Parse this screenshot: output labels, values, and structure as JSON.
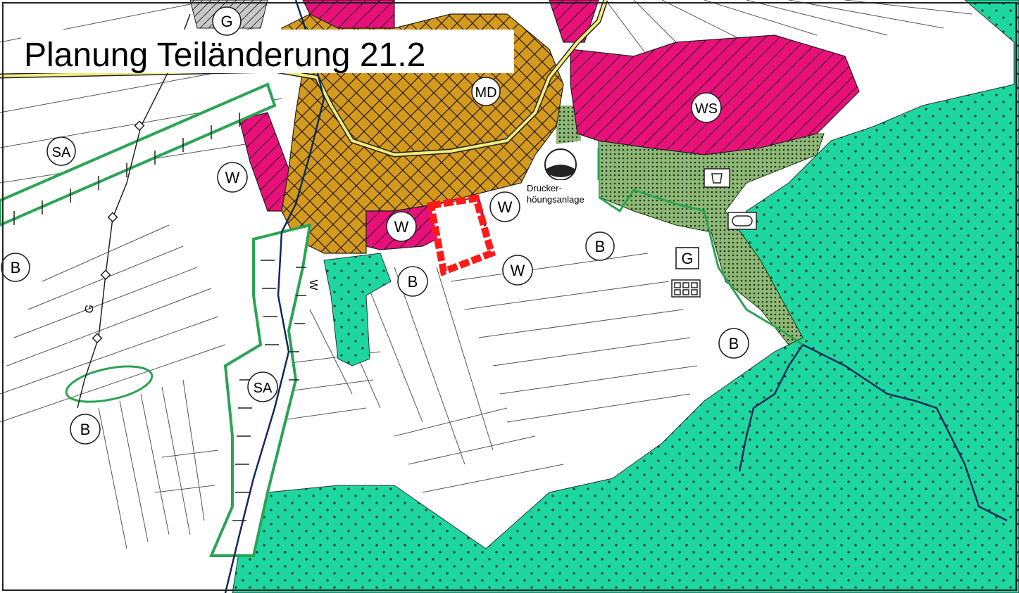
{
  "title": "Planung Teiländerung 21.2",
  "colors": {
    "forest": "#1ed6a0",
    "village": "#d39a1e",
    "residential": "#e8117a",
    "greenbelt": "#2aa454",
    "shrub": "#90b870",
    "plan_area": "#ff1a1a",
    "stream": "#0f2a5a",
    "road": "#f2ec7a"
  },
  "labels": {
    "G_top": "G",
    "SA_left": "SA",
    "W_left": "W",
    "B_far_left": "B",
    "MD": "MD",
    "WS": "WS",
    "facility_line1": "Drucker-",
    "facility_line2": "höungsanlage",
    "W_mid1": "W",
    "W_mid2": "W",
    "W_plan": "W",
    "B_mid1": "B",
    "B_mid2": "B",
    "G_right": "G",
    "B_right": "B",
    "SA_center": "SA",
    "B_bottom_left": "B",
    "W_strip": "W",
    "G_pipe": "G"
  },
  "icons": [
    "depot-icon",
    "oval-facility-icon",
    "building-grid-icon",
    "pipeline-node-icon"
  ]
}
